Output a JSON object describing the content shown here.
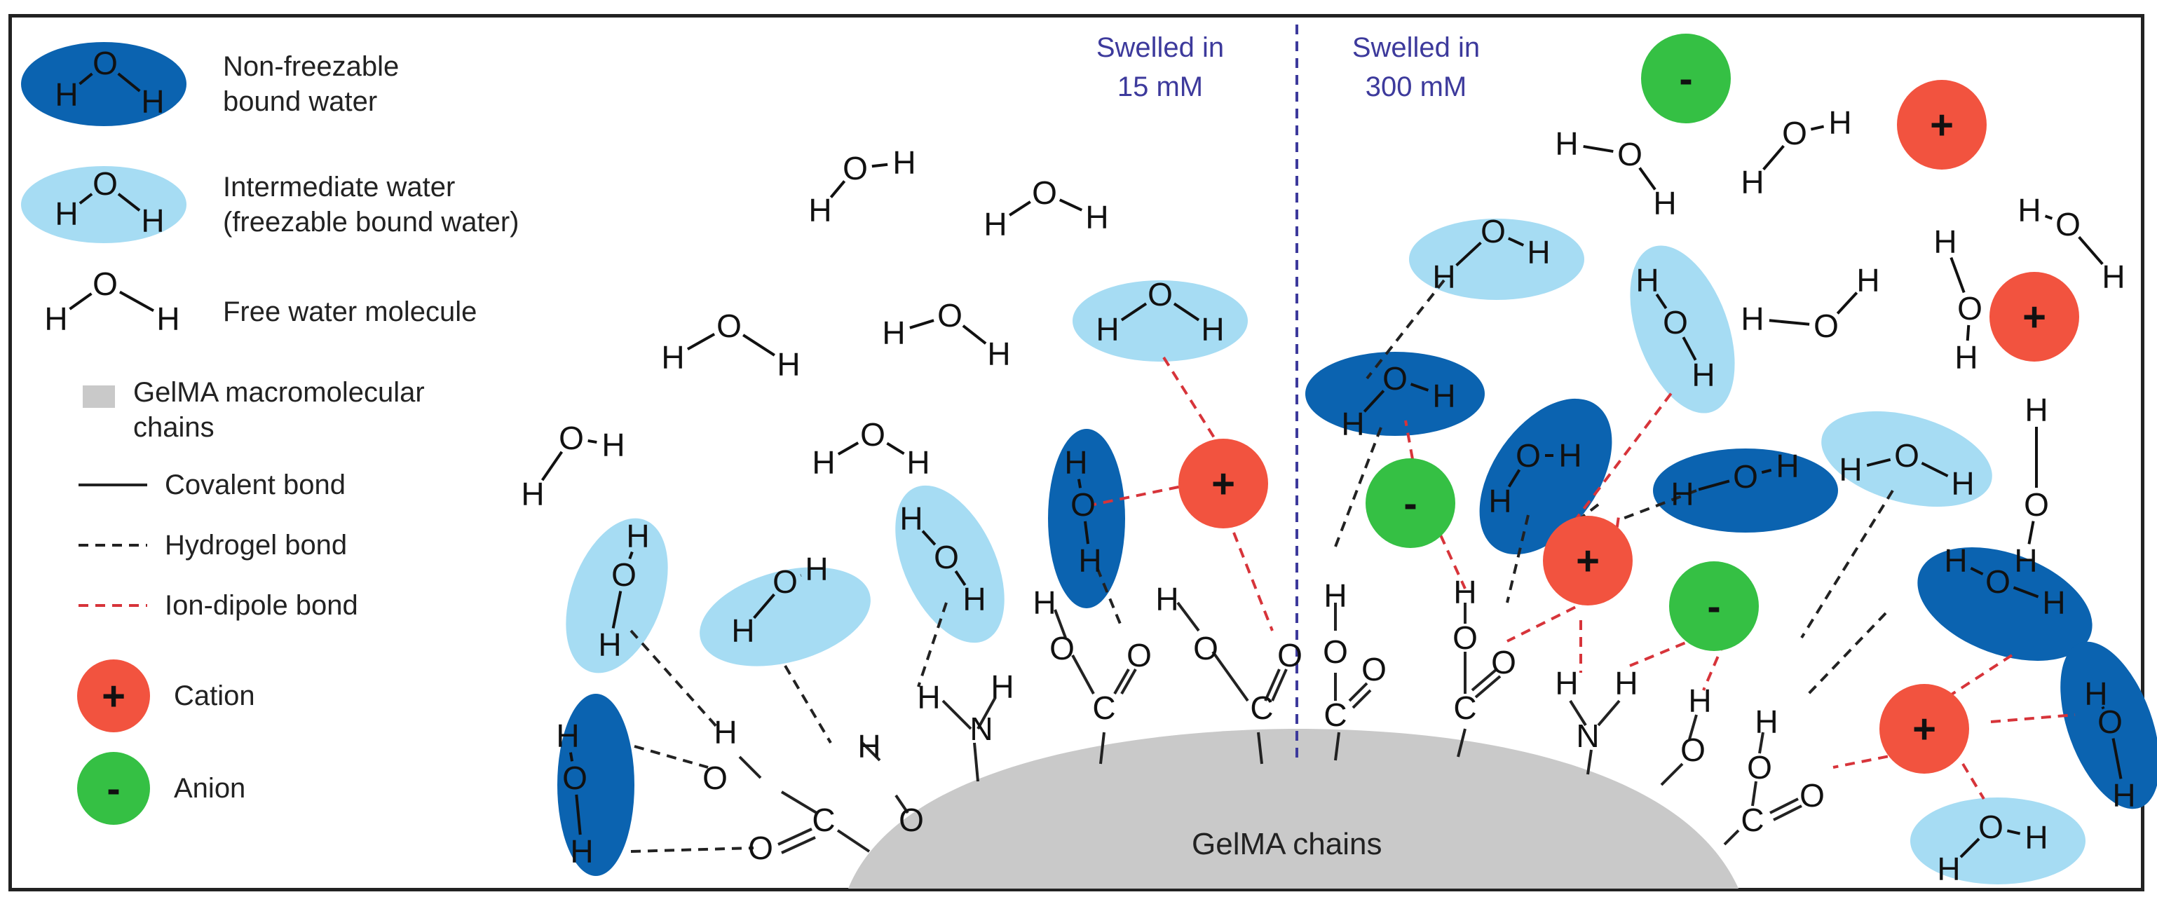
{
  "legend": {
    "non_freezable_1": "Non-freezable",
    "non_freezable_2": "bound water",
    "intermediate_1": "Intermediate water",
    "intermediate_2": "(freezable bound water)",
    "free_water": "Free water molecule",
    "gelma_1": "GelMA macromolecular",
    "gelma_2": "chains",
    "covalent": "Covalent bond",
    "hydrogel": "Hydrogel bond",
    "ion_dipole": "Ion-dipole bond",
    "cation": "Cation",
    "anion": "Anion"
  },
  "headers": {
    "left_1": "Swelled in",
    "left_2": "15 mM",
    "right_1": "Swelled in",
    "right_2": "300 mM"
  },
  "chains_label": "GelMA chains",
  "symbols": {
    "plus": "+",
    "minus": "-",
    "H": "H",
    "O": "O",
    "N": "N",
    "C": "C"
  },
  "colors": {
    "non_freezable": "#0b63b0",
    "intermediate": "#a6dcf3",
    "cation": "#f2533f",
    "anion": "#35c044",
    "gelma": "#c9c9c9",
    "hbond": "#222222",
    "ion_dipole": "#d7343a",
    "divider": "#3d3a9c"
  }
}
